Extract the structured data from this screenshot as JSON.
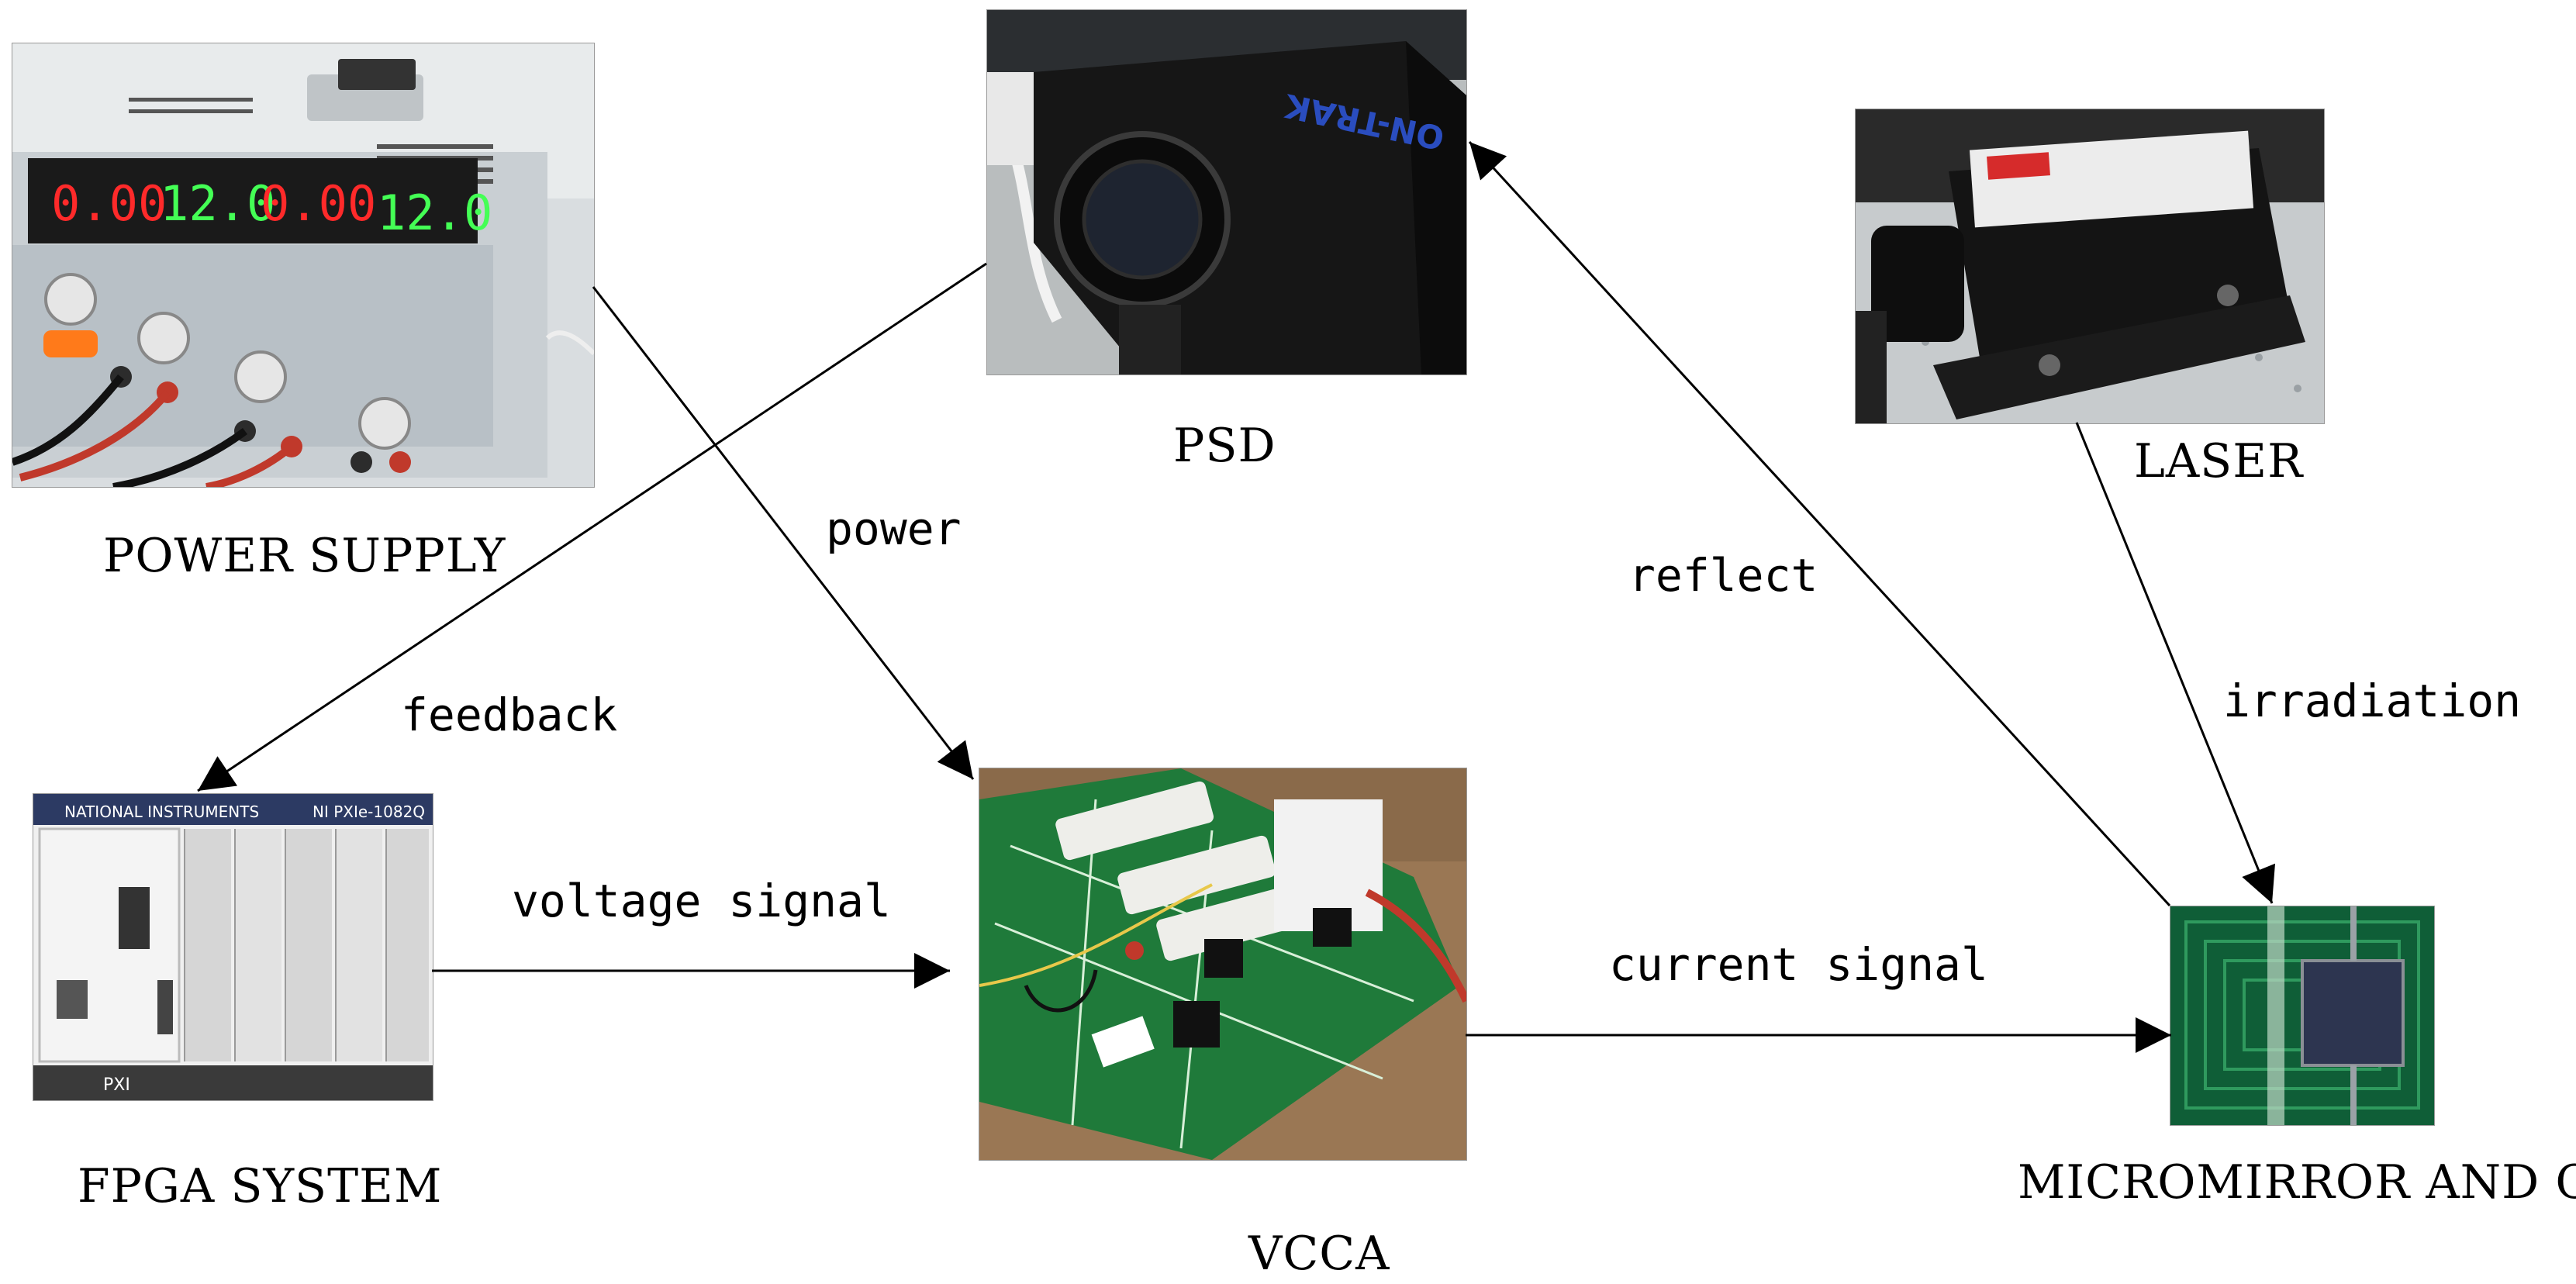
{
  "nodes": {
    "power_supply": {
      "label": "POWER SUPPLY",
      "readouts": [
        "0.00",
        "12.0",
        "0.00",
        "12.0"
      ]
    },
    "psd": {
      "label": "PSD",
      "brand": "ON-TRAK"
    },
    "laser": {
      "label": "LASER"
    },
    "fpga": {
      "label": "FPGA SYSTEM",
      "brand_top": "NATIONAL INSTRUMENTS",
      "model": "NI PXIe-1082Q",
      "slot": "PXI"
    },
    "vcca": {
      "label": "VCCA"
    },
    "micromirror": {
      "label": "MICROMIRROR AND COIL"
    }
  },
  "edges": {
    "power": "power",
    "feedback": "feedback",
    "reflect": "reflect",
    "irradiation": "irradiation",
    "voltage_signal": "voltage signal",
    "current_signal": "current signal"
  }
}
